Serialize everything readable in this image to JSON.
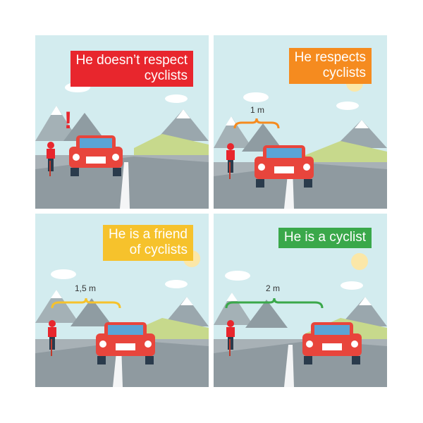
{
  "panels": [
    {
      "label_line1": "He doesn’t respect",
      "label_line2": "cyclists",
      "label_color": "#e8262d",
      "distance": "",
      "brace_color": ""
    },
    {
      "label_line1": "He respects",
      "label_line2": "cyclists",
      "label_color": "#f58b1f",
      "distance": "1 m",
      "brace_color": "#f58b1f"
    },
    {
      "label_line1": "He is a friend",
      "label_line2": "of cyclists",
      "label_color": "#f6c22c",
      "distance": "1,5 m",
      "brace_color": "#f6c22c"
    },
    {
      "label_line1": "He is a cyclist",
      "label_line2": "",
      "label_color": "#3aa84a",
      "distance": "2 m",
      "brace_color": "#3aa84a"
    }
  ],
  "colors": {
    "sky": "#d3ecef",
    "road": "#8f9aa0",
    "car": "#e8453c",
    "warning": "#e8262d"
  },
  "icons": {
    "warning": "exclamation-icon",
    "distance": "curly-brace-icon"
  }
}
